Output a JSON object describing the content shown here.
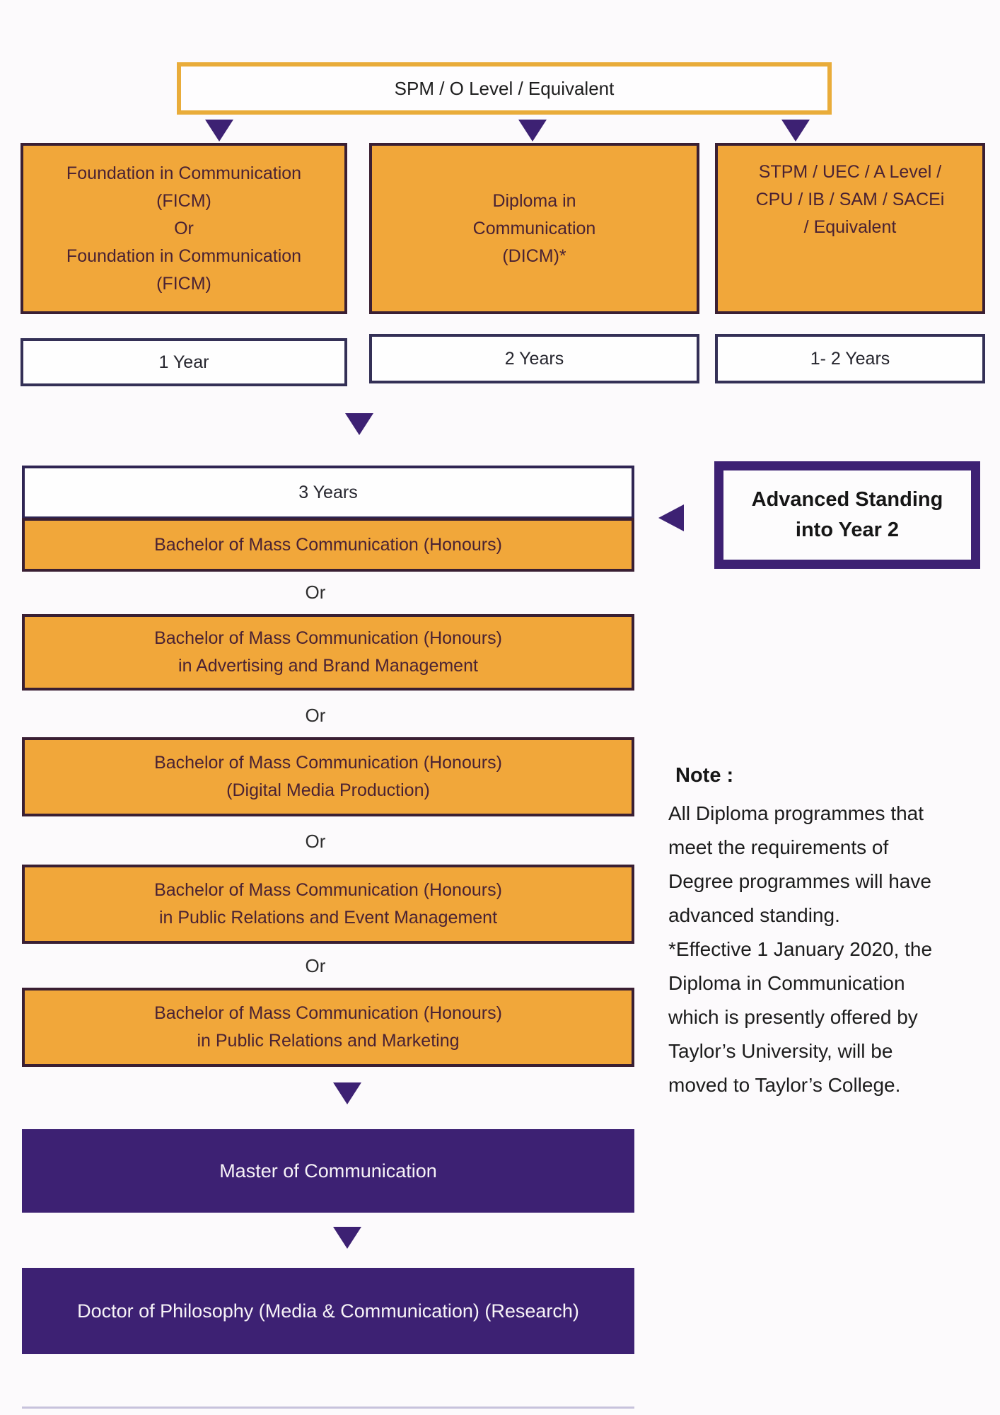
{
  "palette": {
    "background": "#FCFAFC",
    "orange_fill": "#F1A73A",
    "orange_box_border": "#3A1F33",
    "gold_border": "#E9AC3A",
    "purple": "#3D2173",
    "white_box_border": "#343056",
    "orange_box_text": "#4A2233",
    "white_text": "#F7F3F7"
  },
  "flow": {
    "entry": {
      "label": "SPM / O Level / Equivalent"
    },
    "pathways": [
      {
        "label": "Foundation in Communication\n(FICM)\nOr\nFoundation in Communication\n(FICM)",
        "duration": "1 Year"
      },
      {
        "label": "Diploma in\nCommunication\n(DICM)*",
        "duration": "2 Years"
      },
      {
        "label": "STPM / UEC / A Level /\nCPU / IB / SAM / SACEi\n/ Equivalent",
        "duration": "1- 2 Years"
      }
    ],
    "degree_duration": "3 Years",
    "or_label": "Or",
    "degrees": [
      "Bachelor of Mass Communication (Honours)",
      "Bachelor of Mass Communication (Honours)\nin Advertising and Brand Management",
      "Bachelor of Mass Communication (Honours)\n(Digital Media Production)",
      "Bachelor of Mass Communication (Honours)\nin Public Relations and Event Management",
      "Bachelor of Mass Communication (Honours)\nin Public Relations and Marketing"
    ],
    "advanced_standing": "Advanced Standing\ninto Year 2",
    "postgrad": {
      "master": "Master of Communication",
      "phd": "Doctor of Philosophy (Media & Communication) (Research)"
    },
    "note": {
      "title": "Note :",
      "body": " All Diploma programmes that\nmeet the requirements of\nDegree programmes will have\nadvanced standing.\n*Effective 1 January 2020, the\nDiploma in Communication\nwhich is presently offered by\nTaylor’s University, will be\nmoved to Taylor’s College."
    }
  }
}
